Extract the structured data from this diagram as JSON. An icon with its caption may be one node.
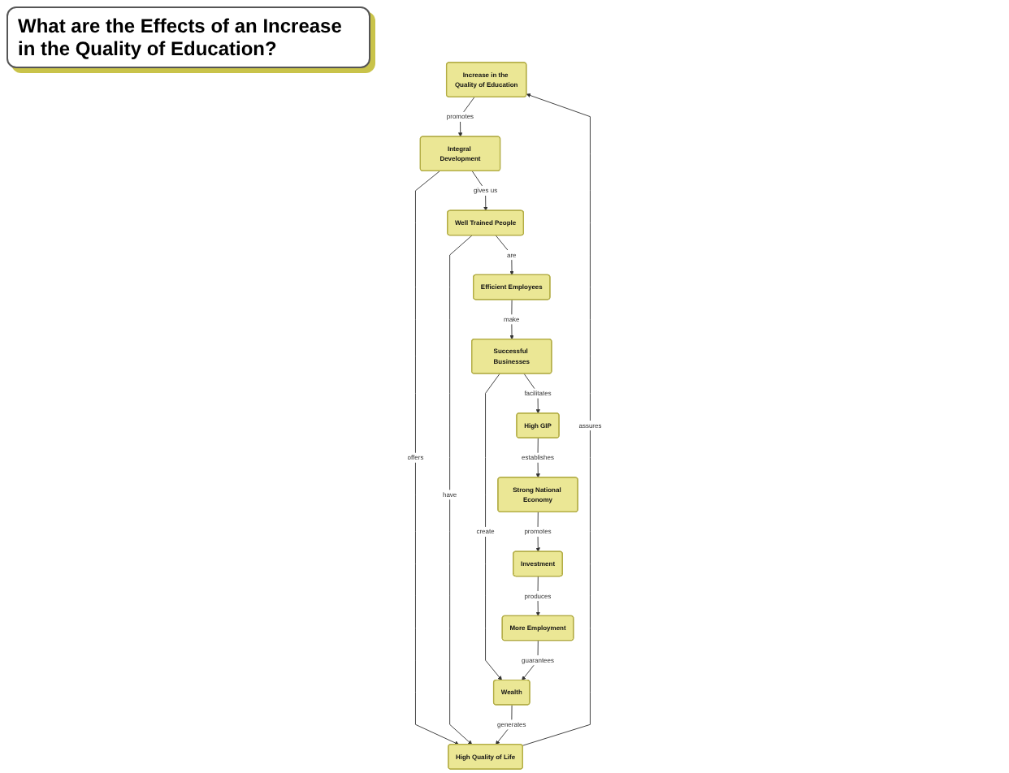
{
  "diagram": {
    "title": "What are the Effects of an Increase in the Quality of Education?",
    "nodes": [
      {
        "text": [
          "Increase in the Quality of Education"
        ]
      },
      {
        "text": [
          "Integral Development"
        ]
      },
      {
        "text": [
          "High Quality of Life"
        ]
      },
      {
        "text": [
          "Well Trained People"
        ]
      },
      {
        "text": [
          "Wealth"
        ]
      },
      {
        "text": [
          "Efficient Employees"
        ]
      },
      {
        "text": [
          "More Employment"
        ]
      },
      {
        "text": [
          "Successful Businesses"
        ]
      },
      {
        "text": [
          "Investment"
        ]
      },
      {
        "text": [
          "High GIP"
        ]
      },
      {
        "text": [
          "Strong National Economy"
        ]
      }
    ],
    "edges": [
      {
        "from": 0,
        "to": 1,
        "arrow": "to",
        "label": "promotes"
      },
      {
        "from": 1,
        "to": 2,
        "arrow": "to",
        "label": "offers"
      },
      {
        "from": 1,
        "to": 3,
        "arrow": "to",
        "label": "gives us"
      },
      {
        "from": 3,
        "to": 2,
        "arrow": "to",
        "label": "have"
      },
      {
        "from": 3,
        "to": 5,
        "arrow": "to",
        "label": "are"
      },
      {
        "from": 5,
        "to": 7,
        "arrow": "to",
        "label": "make"
      },
      {
        "from": 7,
        "to": 4,
        "arrow": "to",
        "label": "create"
      },
      {
        "from": 7,
        "to": 9,
        "arrow": "to",
        "label": "facilitates"
      },
      {
        "from": 9,
        "to": 10,
        "arrow": "to",
        "label": "establishes"
      },
      {
        "from": 10,
        "to": 8,
        "arrow": "to",
        "label": "promotes"
      },
      {
        "from": 8,
        "to": 6,
        "arrow": "to",
        "label": "produces"
      },
      {
        "from": 6,
        "to": 4,
        "arrow": "to",
        "label": "guarantees"
      },
      {
        "from": 4,
        "to": 2,
        "arrow": "to",
        "label": "generates"
      },
      {
        "from": 2,
        "to": 0,
        "arrow": "to",
        "label": "assures"
      }
    ]
  }
}
